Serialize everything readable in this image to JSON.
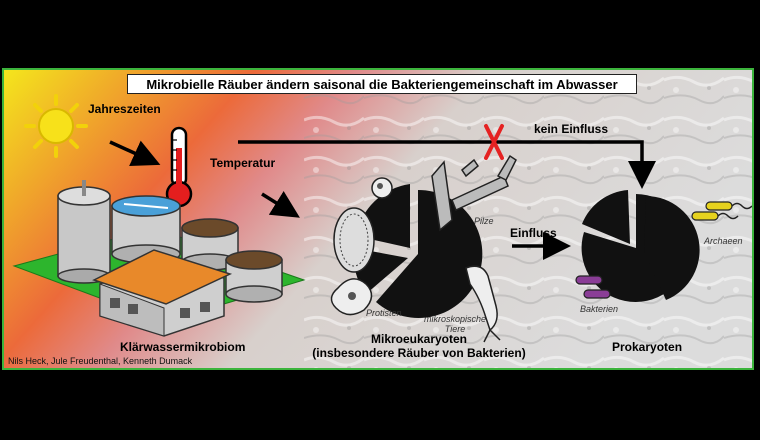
{
  "title": "Mikrobielle Räuber ändern saisonal die Bakteriengemeinschaft im Abwasser",
  "labels": {
    "seasons": "Jahreszeiten",
    "temperature": "Temperatur",
    "no_influence": "kein Einfluss",
    "influence": "Einfluss",
    "wastewater_microbiome": "Klärwassermikrobiom",
    "microeukaryotes": "Mikroeukaryoten",
    "microeukaryotes_sub": "(insbesondere Räuber von Bakterien)",
    "prokaryotes": "Prokaryoten",
    "fungi": "Pilze",
    "protists": "Protisten",
    "microscopic_animals_1": "mikroskopische",
    "microscopic_animals_2": "Tiere",
    "bacteria": "Bakterien",
    "archaea": "Archaeen"
  },
  "authors": "Nils Heck, Jule Freudenthal, Kenneth Dumack",
  "colors": {
    "frame_border": "#3cb43c",
    "roof": "#e8892a",
    "grass": "#2db52d",
    "archaea": "#e6d21e",
    "bacteria": "#8a3d96",
    "cross": "#e52222"
  }
}
